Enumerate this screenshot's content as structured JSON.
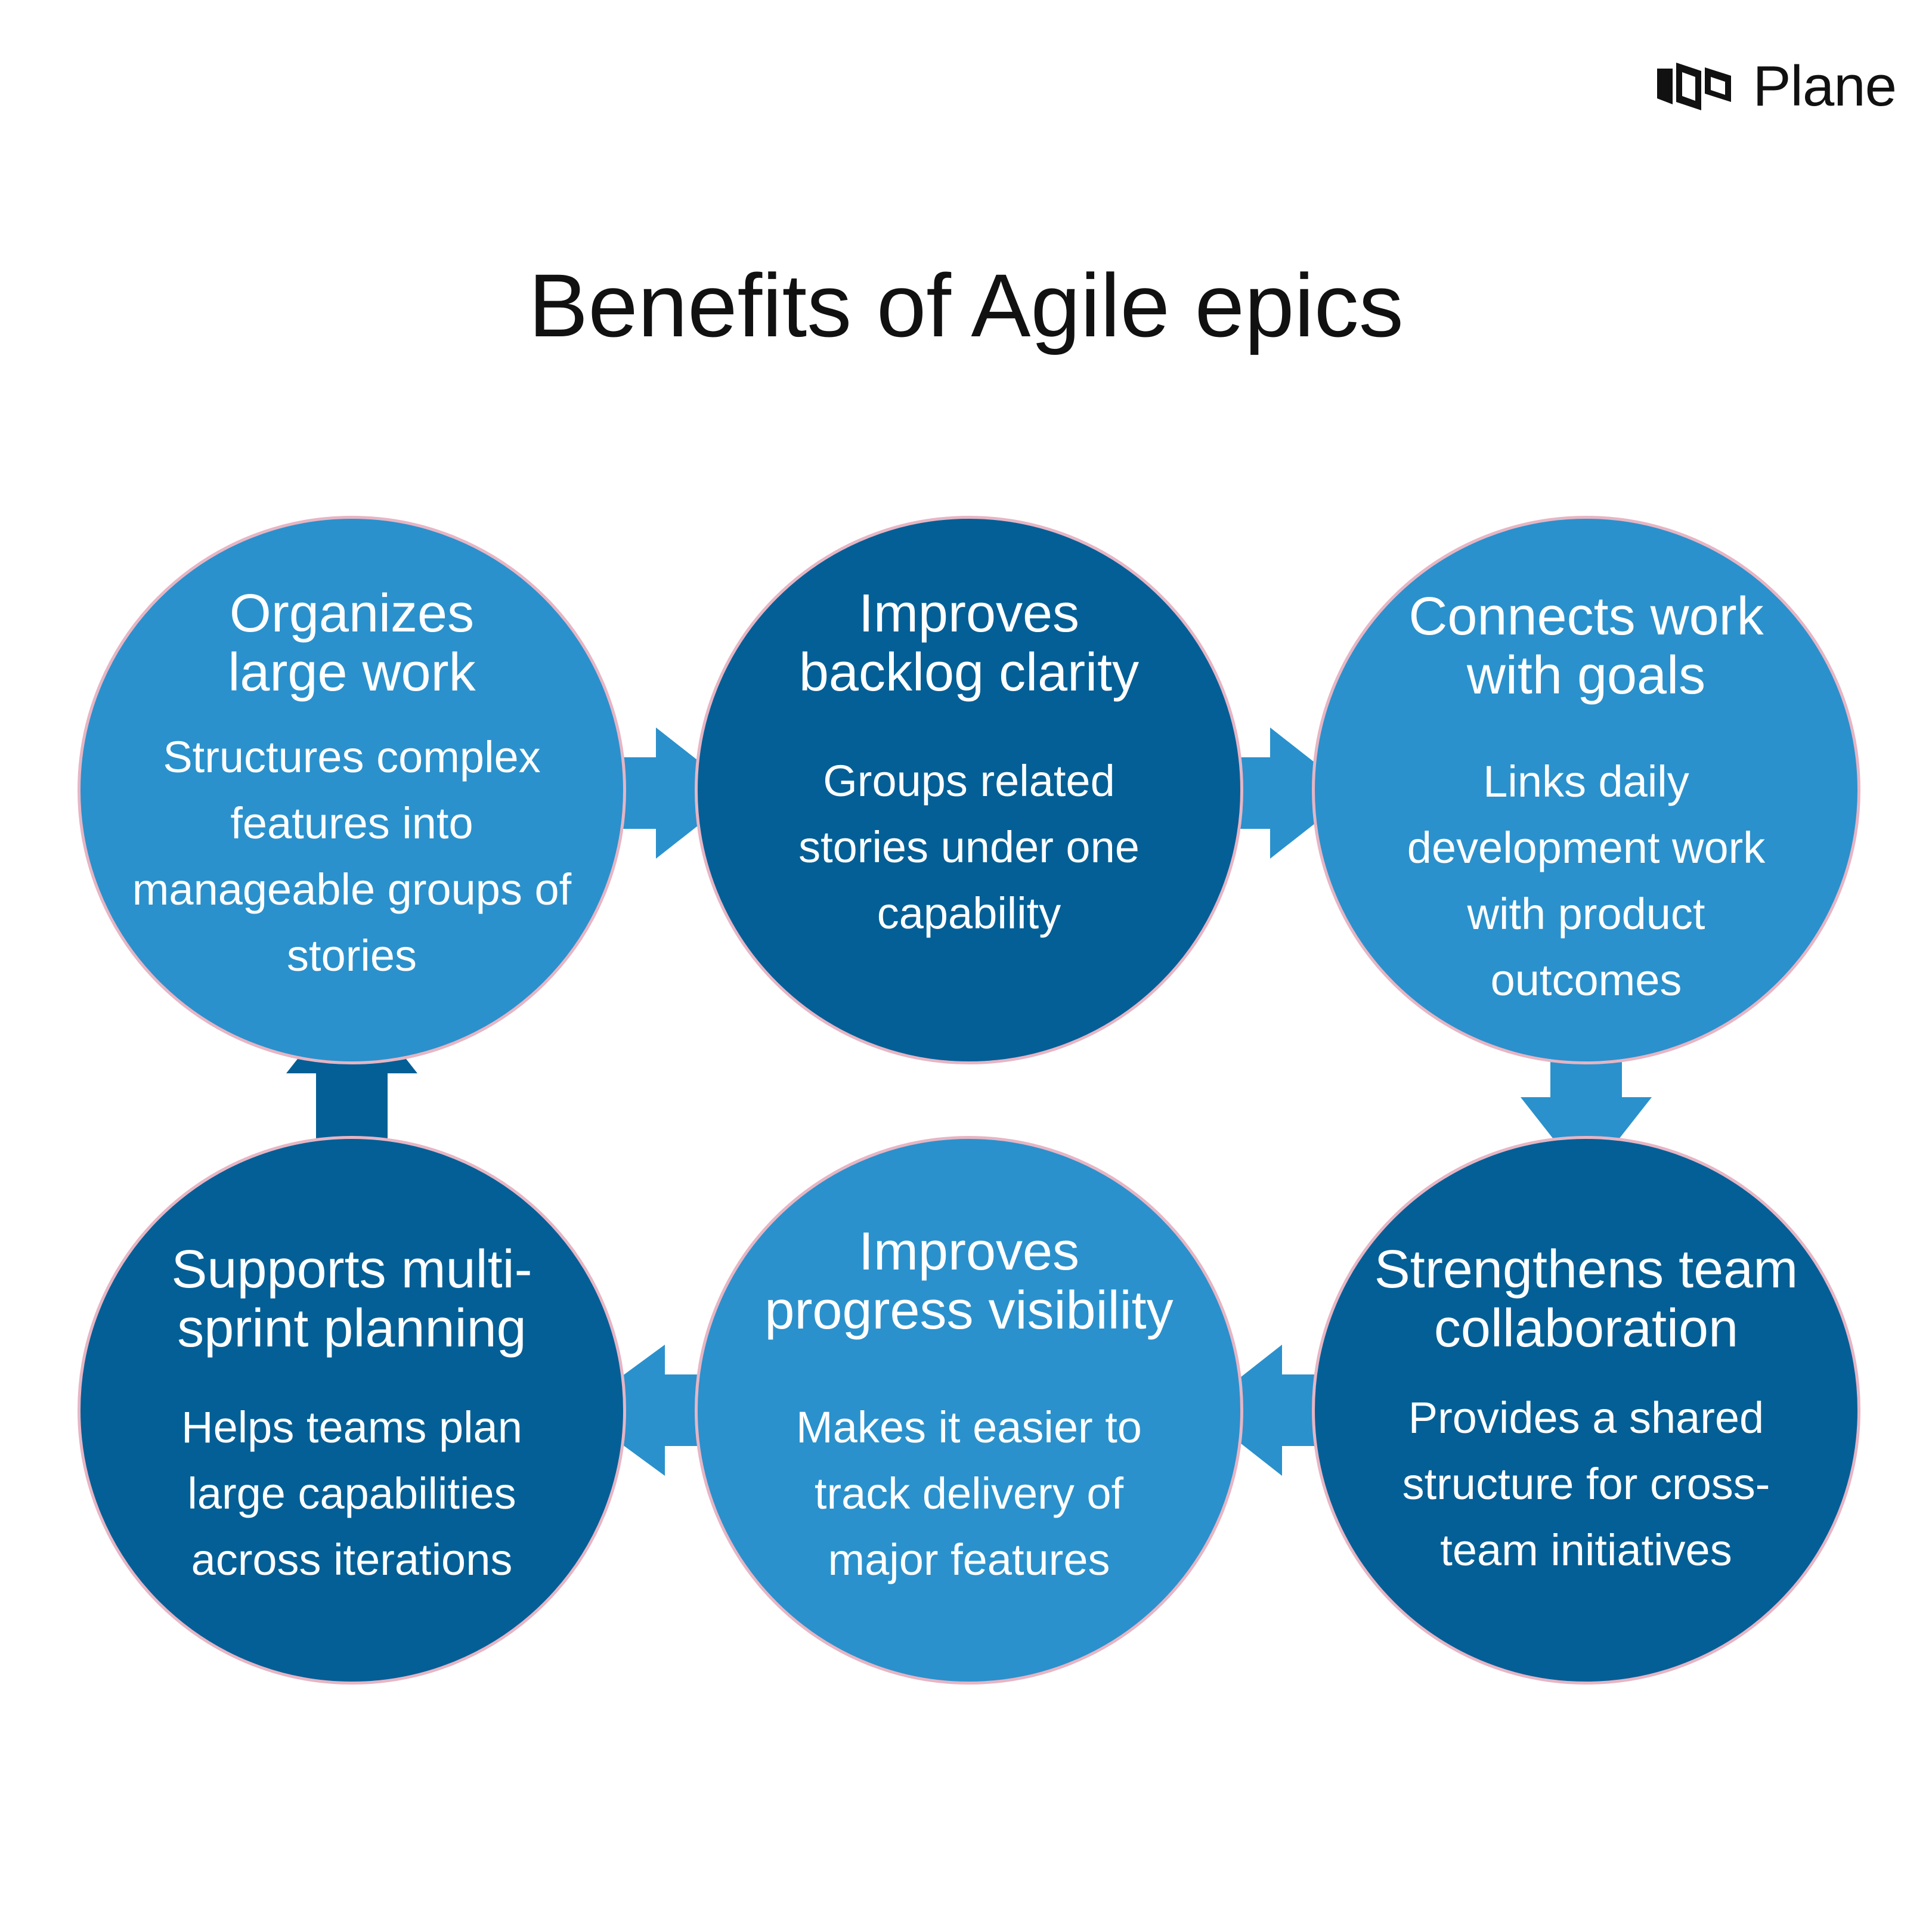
{
  "brand": {
    "name": "Plane",
    "logo_icon": "plane-logo-icon"
  },
  "title": "Benefits of Agile epics",
  "colors": {
    "light_blue": "#2a91cc",
    "dark_blue": "#035f96",
    "circle_border": "#e6b5c4",
    "text_dark": "#111111",
    "text_light": "#ffffff"
  },
  "benefits": [
    {
      "heading": "Organizes\nlarge work",
      "description": "Structures complex\nfeatures into\nmanageable groups of\nstories"
    },
    {
      "heading": "Improves\nbacklog clarity",
      "description": "Groups related\nstories under one\ncapability"
    },
    {
      "heading": "Connects work\nwith goals",
      "description": "Links daily\ndevelopment work\nwith product\noutcomes"
    },
    {
      "heading": "Strengthens team\ncollaboration",
      "description": "Provides a shared\nstructure for cross-\nteam initiatives"
    },
    {
      "heading": "Improves\nprogress visibility",
      "description": "Makes it easier to\ntrack delivery of\nmajor features"
    },
    {
      "heading": "Supports multi-\nsprint planning",
      "description": "Helps teams plan\nlarge capabilities\nacross iterations"
    }
  ]
}
